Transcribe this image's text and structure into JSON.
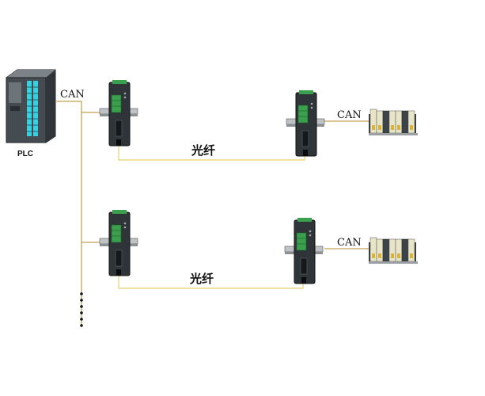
{
  "labels": {
    "plc": "PLC",
    "can_plc": "CAN",
    "fiber_top": "光纤",
    "can_top_right": "CAN",
    "fiber_bottom": "光纤",
    "can_bottom_right": "CAN"
  },
  "colors": {
    "wire": "#c8a050",
    "fiber": "#ead98a",
    "device_body": "#2e3438",
    "terminal": "#3aa04e",
    "plc_body": "#4a5156",
    "plc_led": "#38d0e0",
    "io_module": "#e8e4c8"
  }
}
